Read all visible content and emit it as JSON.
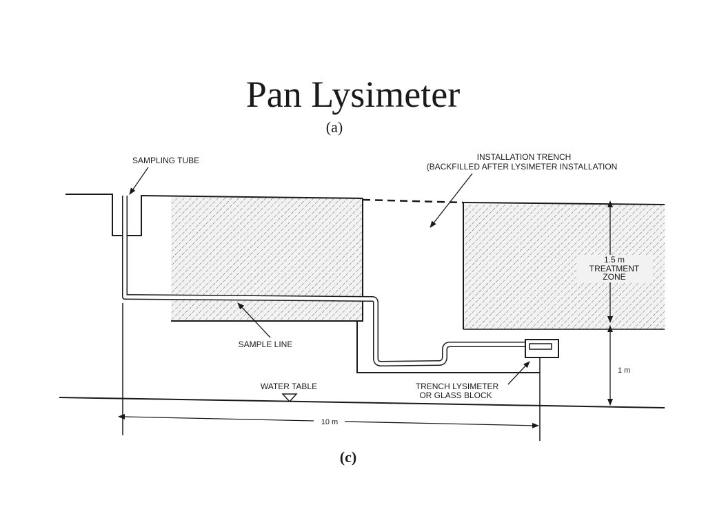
{
  "slide": {
    "title": "Pan Lysimeter"
  },
  "figure": {
    "top_caption": "(a)",
    "bottom_caption": "(c)",
    "labels": {
      "sampling_tube": "SAMPLING TUBE",
      "trench_line1": "INSTALLATION TRENCH",
      "trench_line2": "(BACKFILLED AFTER LYSIMETER INSTALLATION",
      "treatment_line1": "1.5 m",
      "treatment_line2": "TREATMENT",
      "treatment_line3": "ZONE",
      "sample_line": "SAMPLE LINE",
      "one_meter": "1 m",
      "water_table": "WATER TABLE",
      "lysimeter_line1": "TRENCH LYSIMETER",
      "lysimeter_line2": "OR GLASS BLOCK",
      "ten_meter": "10 m"
    }
  },
  "colors": {
    "ink": "#1a1a1a",
    "hatch": "#555555",
    "hatch_bg": "#f2f2f2",
    "background": "#ffffff"
  }
}
